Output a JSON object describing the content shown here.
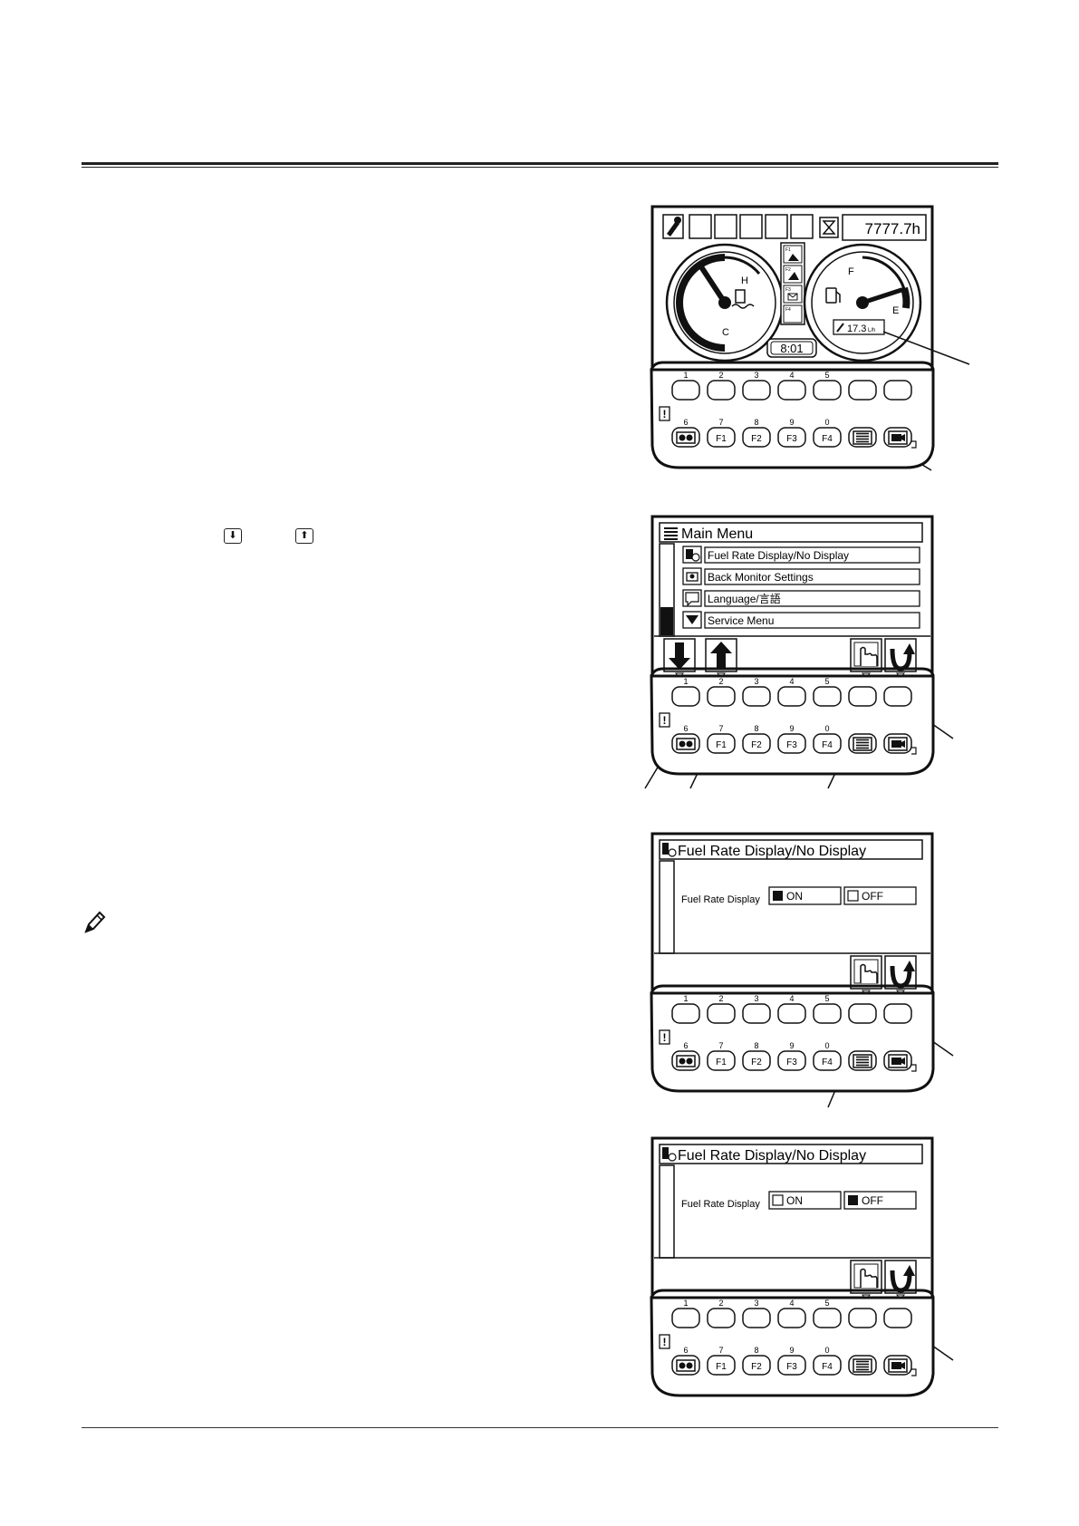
{
  "inline_keys": {
    "down": "⬇",
    "up": "⬆"
  },
  "keypad": {
    "top_numbers": [
      "1",
      "2",
      "3",
      "4",
      "5"
    ],
    "bottom_numbers": [
      "6",
      "7",
      "8",
      "9",
      "0"
    ],
    "f_keys": [
      "F1",
      "F2",
      "F3",
      "F4"
    ],
    "alert_symbol": "!"
  },
  "fig1": {
    "hour_meter": "7777.7h",
    "temp_high": "H",
    "temp_cold": "C",
    "fuel_full": "F",
    "fuel_empty": "E",
    "fuel_rate": "17.3",
    "fuel_rate_unit": "L/h",
    "clock": "8:01",
    "mode_labels": [
      "F1",
      "F2",
      "F3",
      "F4"
    ]
  },
  "fig2": {
    "title": "Main Menu",
    "items": [
      "Fuel Rate Display/No Display",
      "Back Monitor Settings",
      "Language/言語",
      "Service Menu"
    ]
  },
  "fig3": {
    "title": "Fuel Rate Display/No Display",
    "label": "Fuel Rate Display",
    "on": "ON",
    "off": "OFF",
    "selected": "on"
  },
  "fig4": {
    "title": "Fuel Rate Display/No Display",
    "label": "Fuel Rate Display",
    "on": "ON",
    "off": "OFF",
    "selected": "off"
  }
}
